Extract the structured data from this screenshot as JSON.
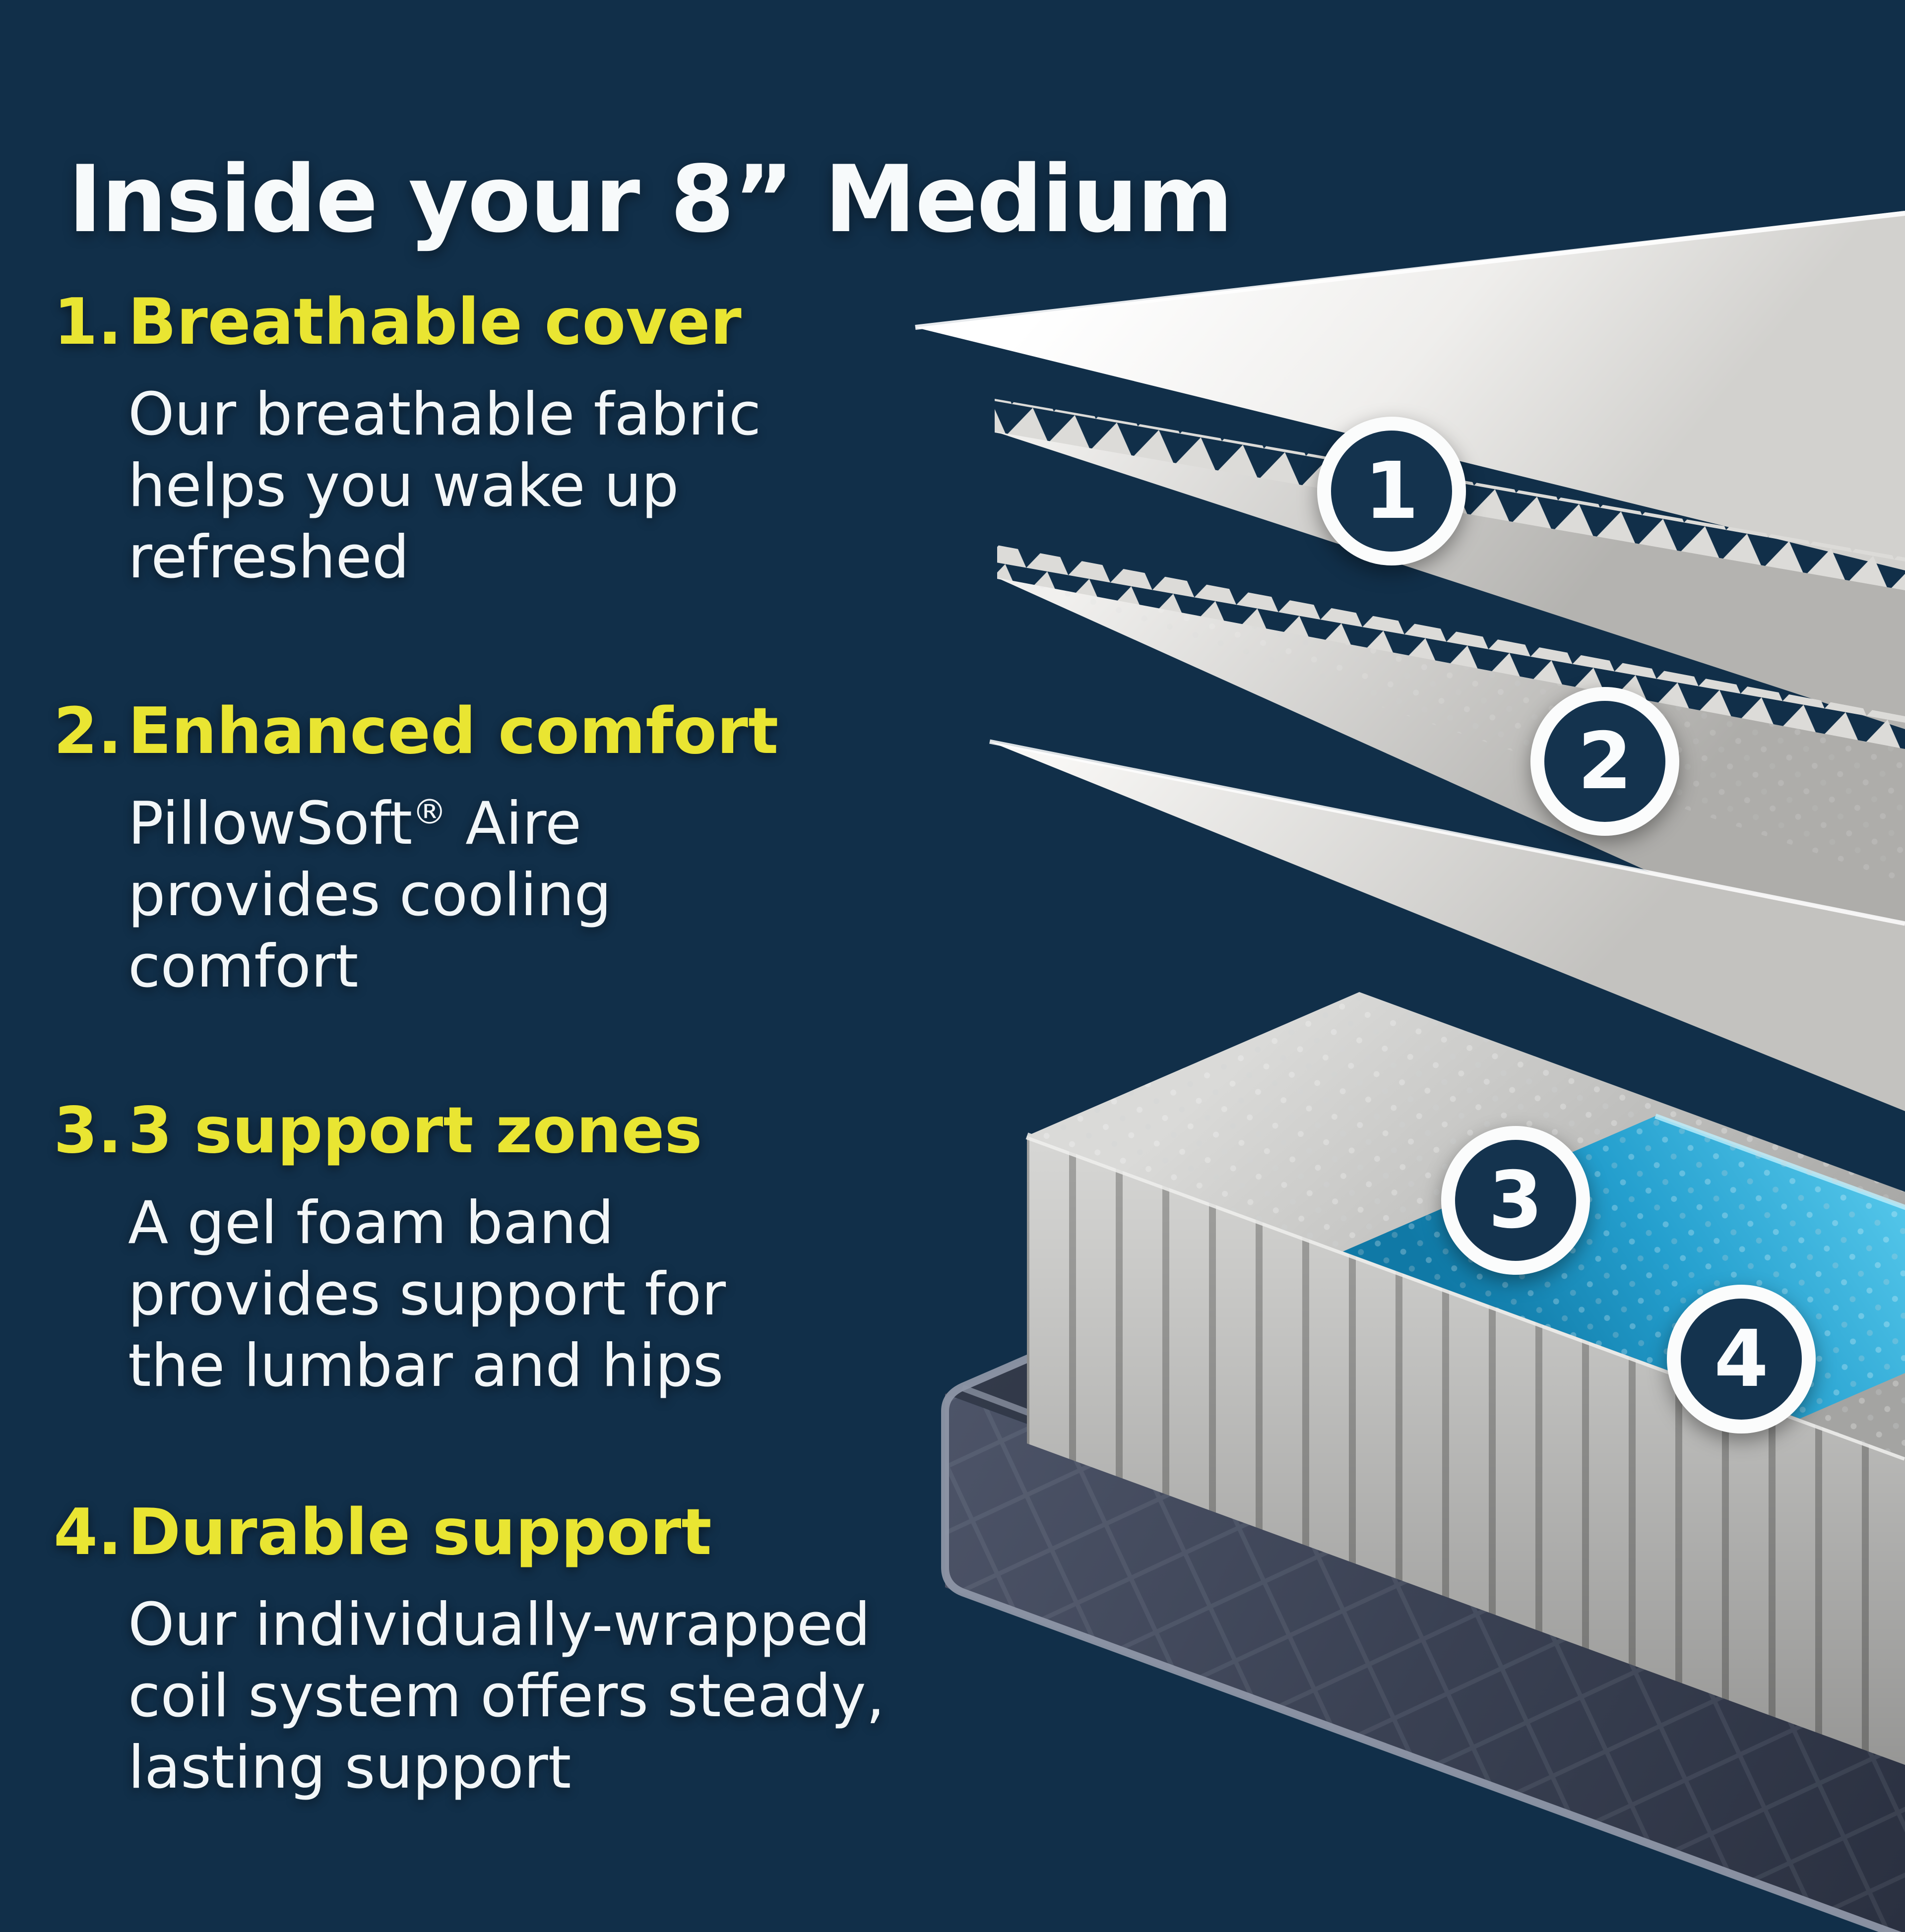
{
  "title": "Inside your 8” Medium",
  "items": [
    {
      "number": "1.",
      "title": "Breathable cover",
      "lines": [
        "Our breathable fabric",
        "helps you wake up",
        "refreshed"
      ]
    },
    {
      "number": "2.",
      "title": "Enhanced comfort",
      "brand": "PillowSoft",
      "registered_mark": "®",
      "brand_suffix": " Aire",
      "lines": [
        "provides cooling",
        "comfort"
      ]
    },
    {
      "number": "3.",
      "title": "3 support zones",
      "lines": [
        "A gel foam band",
        "provides support for",
        "the lumbar and hips"
      ]
    },
    {
      "number": "4.",
      "title": "Durable support",
      "lines": [
        "Our individually-wrapped",
        "coil system offers steady,",
        "lasting support"
      ]
    }
  ],
  "markers": [
    {
      "label": "1"
    },
    {
      "label": "2"
    },
    {
      "label": "3"
    },
    {
      "label": "4"
    }
  ],
  "colors": {
    "background": "#112f49",
    "heading_yellow": "#e9e532",
    "body_white": "#f2f6f8",
    "marker_navy": "#14334e",
    "marker_ring": "#fbfcfc",
    "cover_white": "#f5f4f2",
    "foam_gray": "#d6d5d2",
    "gel_blue": "#1f9cc9",
    "coil_gray": "#c9c9c7",
    "base_slate": "#3d4455",
    "piping_gray": "#8e96a6"
  }
}
